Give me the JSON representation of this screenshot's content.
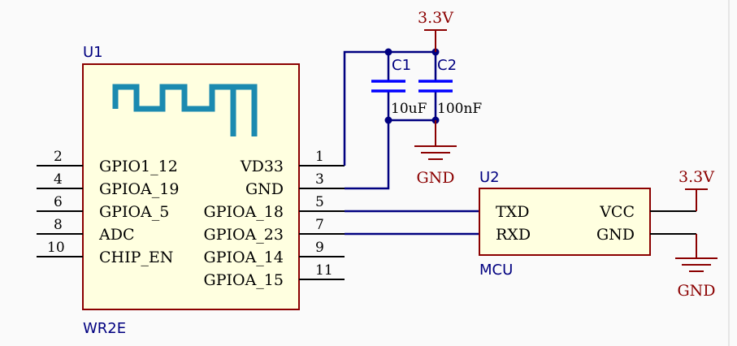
{
  "u1": {
    "ref": "U1",
    "name": "WR2E",
    "left_pins": [
      {
        "num": "2",
        "label": "GPIO1_12"
      },
      {
        "num": "4",
        "label": "GPIOA_19"
      },
      {
        "num": "6",
        "label": "GPIOA_5"
      },
      {
        "num": "8",
        "label": "ADC"
      },
      {
        "num": "10",
        "label": "CHIP_EN"
      }
    ],
    "right_pins": [
      {
        "num": "1",
        "label": "VD33"
      },
      {
        "num": "3",
        "label": "GND"
      },
      {
        "num": "5",
        "label": "GPIOA_18"
      },
      {
        "num": "7",
        "label": "GPIOA_23"
      },
      {
        "num": "9",
        "label": "GPIOA_14"
      },
      {
        "num": "11",
        "label": "GPIOA_15"
      }
    ],
    "logo": "wifi-antenna-icon"
  },
  "c1": {
    "ref": "C1",
    "value": "10uF"
  },
  "c2": {
    "ref": "C2",
    "value": "100nF"
  },
  "u2": {
    "ref": "U2",
    "name": "MCU",
    "left_pins": [
      "TXD",
      "RXD"
    ],
    "right_pins": [
      "VCC",
      "GND"
    ]
  },
  "power": {
    "cap_vcc": "3.3V",
    "cap_gnd": "GND",
    "mcu_vcc": "3.3V",
    "mcu_gnd": "GND"
  },
  "colors": {
    "wire": "#000080",
    "power": "#8b0000",
    "component_body": "#ffffe0",
    "capacitor": "#0000ff",
    "logo": "#1b8ab0"
  }
}
